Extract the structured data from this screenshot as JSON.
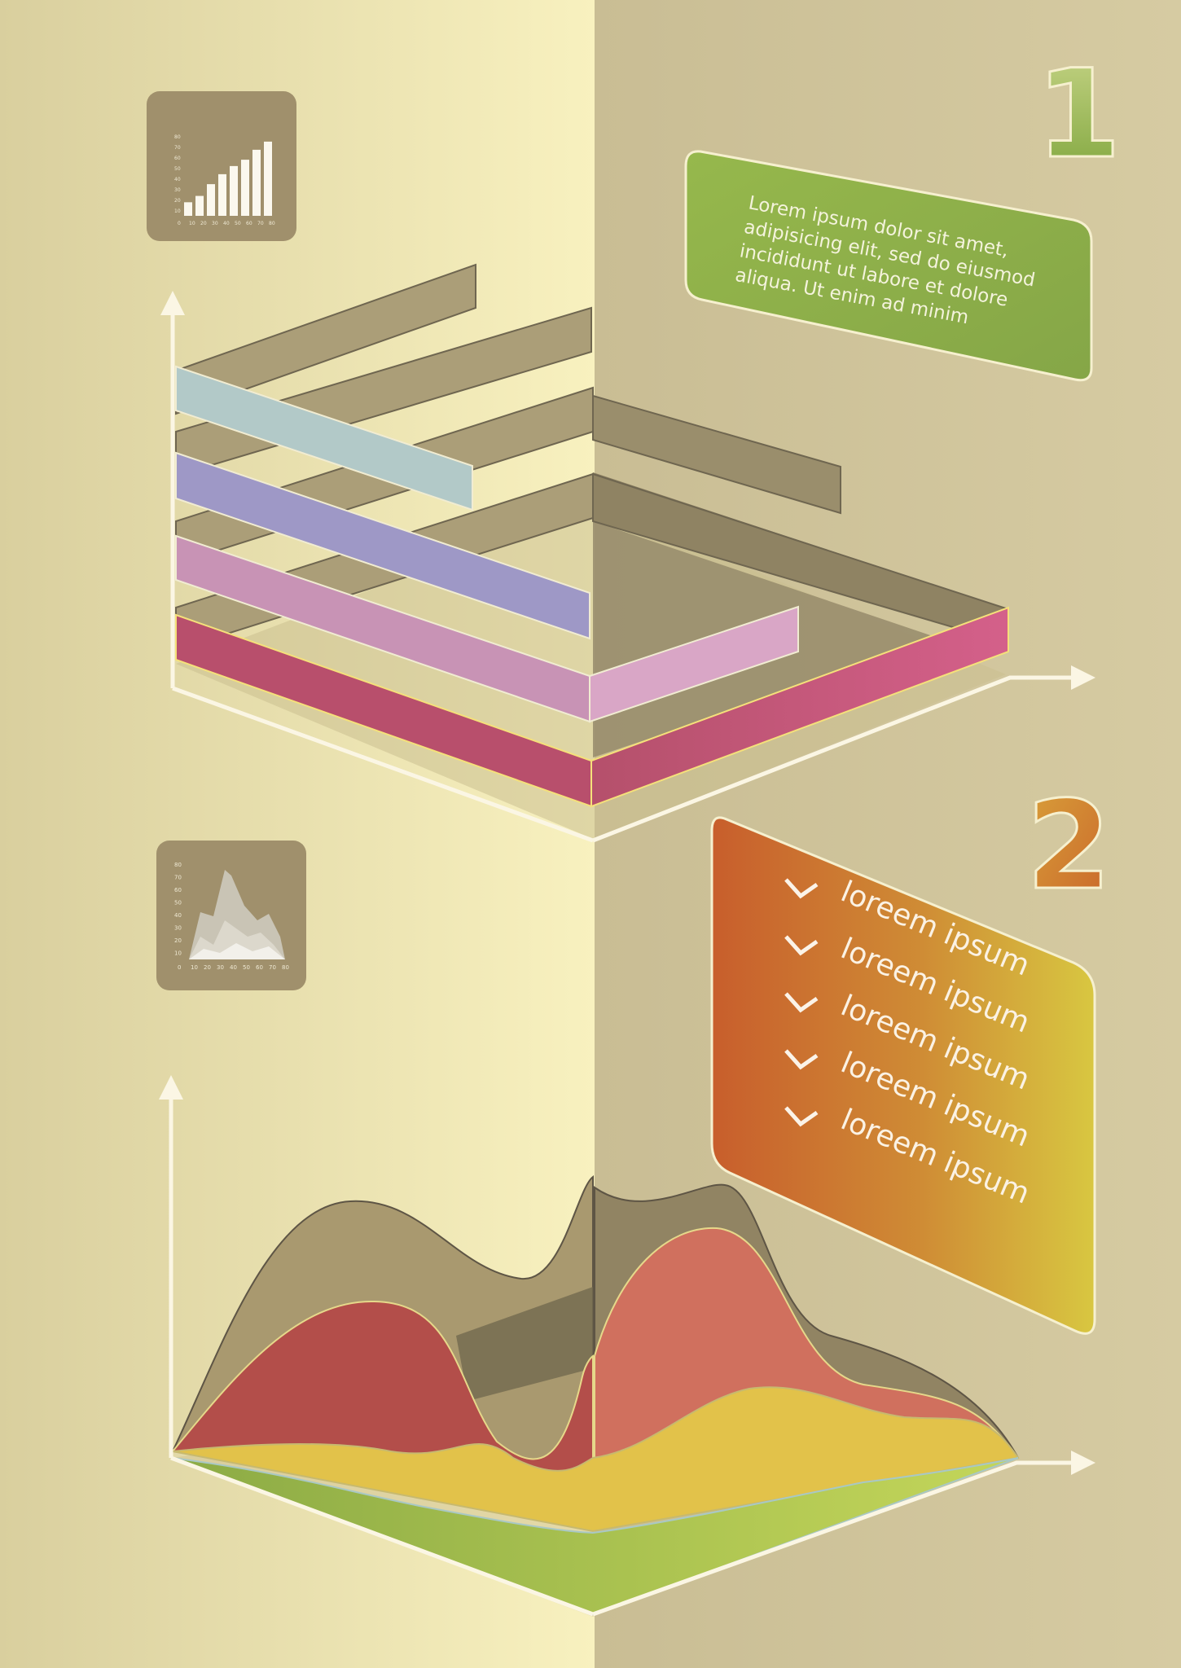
{
  "section1": {
    "number": "1",
    "caption_lines": [
      "Lorem ipsum dolor sit amet,",
      "adipisicing elit, sed do eiusmod",
      "incididunt ut labore et dolore",
      "aliqua. Ut enim ad minim"
    ],
    "bar_colors": [
      "#b2c9c8",
      "#9e98c6",
      "#c893b5",
      "#d9a6c6",
      "#c44d68"
    ]
  },
  "section2": {
    "number": "2",
    "check_items": [
      "loreem ipsum",
      "loreem ipsum",
      "loreem ipsum",
      "loreem ipsum",
      "loreem ipsum"
    ],
    "layer_colors": [
      "#8c8266",
      "#b34e4a",
      "#e2c24a",
      "#a9c44a"
    ]
  },
  "icon_bar_chart": {
    "y_ticks": [
      "80",
      "70",
      "60",
      "50",
      "40",
      "30",
      "20",
      "10"
    ],
    "x_ticks": [
      "0",
      "10",
      "20",
      "30",
      "40",
      "50",
      "60",
      "70",
      "80"
    ],
    "values": [
      15,
      22,
      35,
      46,
      55,
      62,
      73,
      82
    ]
  },
  "icon_area_chart": {
    "y_ticks": [
      "80",
      "70",
      "60",
      "50",
      "40",
      "30",
      "20",
      "10"
    ],
    "x_ticks": [
      "0",
      "10",
      "20",
      "30",
      "40",
      "50",
      "60",
      "70",
      "80"
    ]
  },
  "colors": {
    "bg_left": "#e6dcae",
    "bg_center": "#f8f1bf",
    "bg_right": "#cfc297",
    "icon_tile": "#a0906c",
    "green_card": "#8fb04a",
    "orange_card_start": "#c8612c",
    "orange_card_end": "#dcc641",
    "axis": "#fbf6e4"
  }
}
